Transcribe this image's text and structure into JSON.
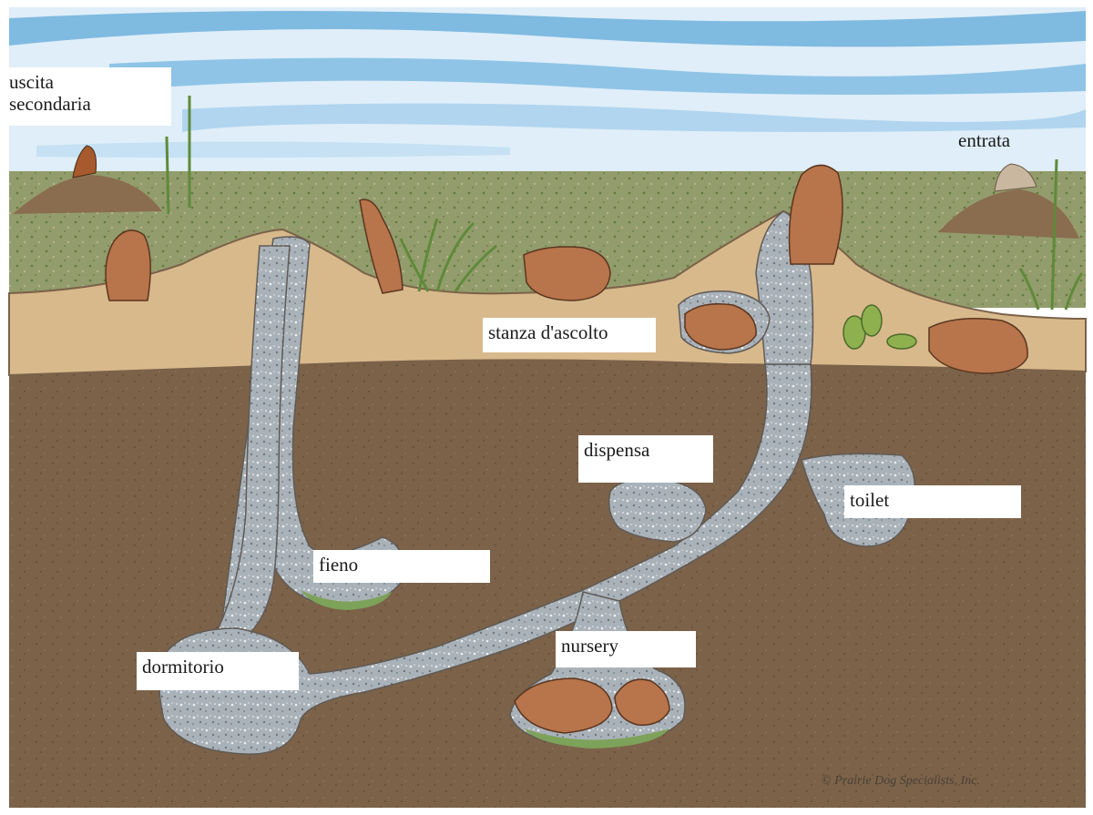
{
  "labels": {
    "secondary_exit_line1": "uscita",
    "secondary_exit_line2": "secondaria",
    "entrance": "entrata",
    "listening_room": "stanza d'ascolto",
    "pantry": "dispensa",
    "toilet": "toilet",
    "hay": "fieno",
    "nursery": "nursery",
    "dormitory": "dormitorio"
  },
  "credit": "© Prairie Dog Specialists, Inc.",
  "colors": {
    "sky": "#8fc4e3",
    "grass": "#8f9a66",
    "topsoil": "#d8b98c",
    "deep_soil": "#7a6146",
    "tunnel": "#a9b1b8",
    "prairie_dog": "#b8744a"
  }
}
